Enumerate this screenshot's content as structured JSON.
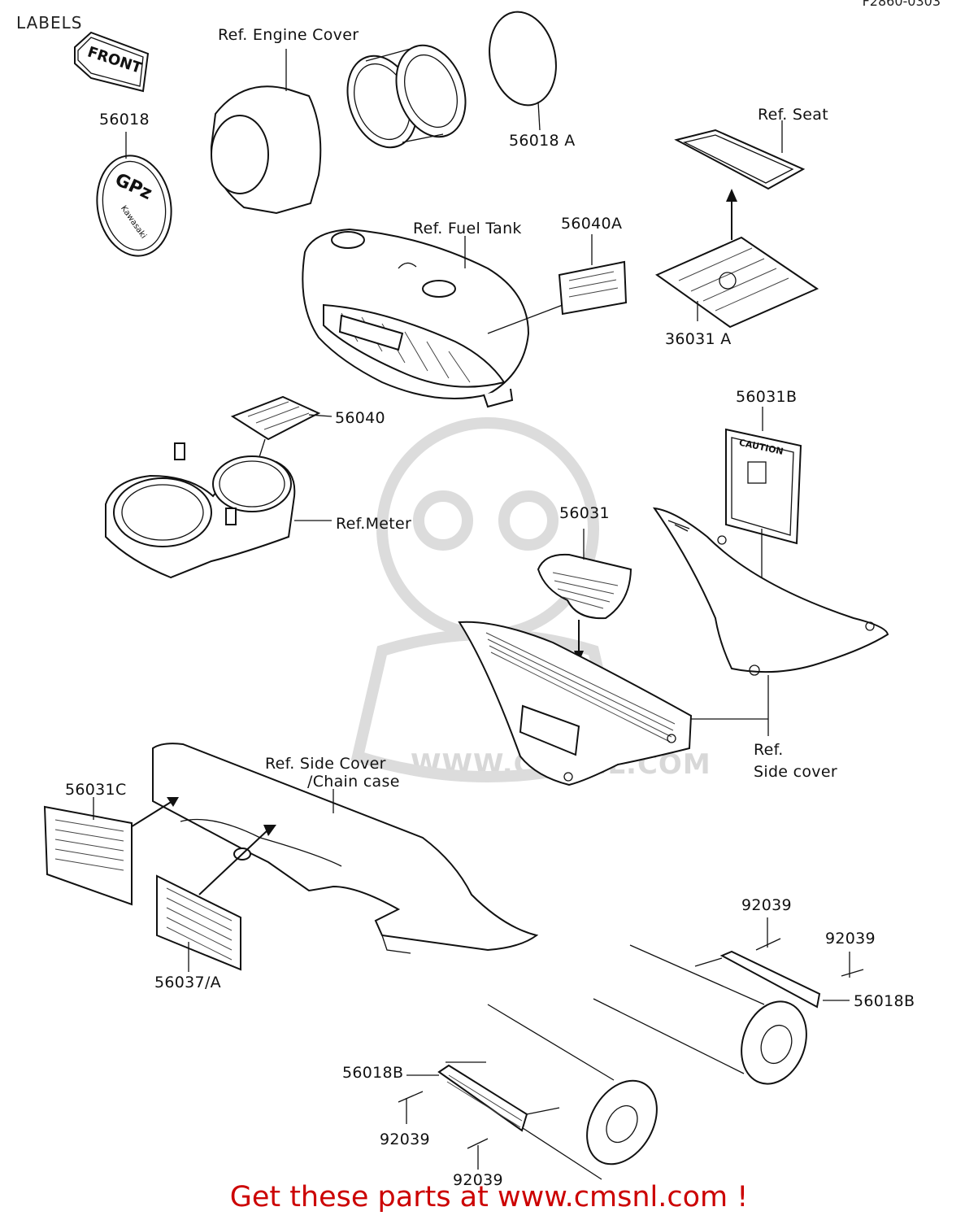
{
  "header": {
    "title": "LABELS",
    "code": "F2860-0303"
  },
  "callouts": {
    "ref_engine_cover": "Ref. Engine Cover",
    "p56018": "56018",
    "p56018a": "56018 A",
    "ref_seat": "Ref. Seat",
    "ref_fuel_tank": "Ref. Fuel Tank",
    "p56040a": "56040A",
    "p36031a": "36031 A",
    "p56040": "56040",
    "p56031b": "56031B",
    "ref_meter": "Ref.Meter",
    "p56031": "56031",
    "ref_side_cover_1": "Ref.",
    "ref_side_cover_2": "Side cover",
    "ref_side_cover_chain_1": "Ref. Side Cover",
    "ref_side_cover_chain_2": "/Chain case",
    "p56031c": "56031C",
    "p56037a": "56037/A",
    "p92039_a": "92039",
    "p92039_b": "92039",
    "p56018b_right": "56018B",
    "p56018b_left": "56018B",
    "p92039_c": "92039",
    "p92039_d": "92039"
  },
  "part_labels": {
    "front_tag": "FRONT",
    "gpz_emblem": "GPz",
    "gpz_brand": "Kawasaki",
    "caution": "CAUTION"
  },
  "watermark": {
    "text": "WWW.CMSNL.COM"
  },
  "footer": {
    "text": "Get these parts at www.cmsnl.com !"
  },
  "colors": {
    "line": "#111111",
    "footer": "#cc0000",
    "watermark": "#d8d8d8"
  }
}
